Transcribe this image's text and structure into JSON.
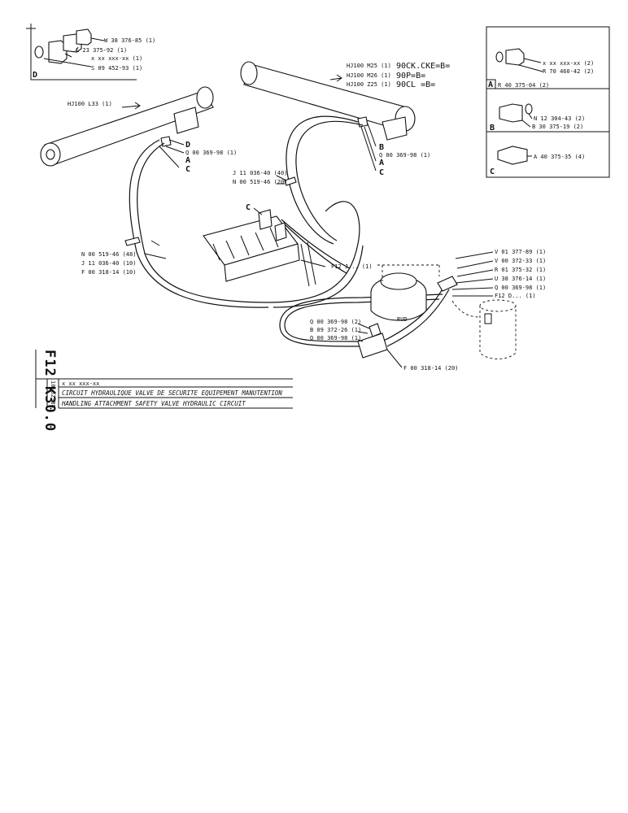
{
  "labels": {
    "insetD_l1": "W 38 376-85 (1)",
    "insetD_l2": "L 23 375-92 (1)",
    "insetD_l3": "x xx xxx-xx (1)",
    "insetD_l4": "S 09 452-93 (1)",
    "insetA_l1": "x xx xxx-xx (2)",
    "insetA_l2": "R 70 460-42 (2)",
    "insetA_l3": "R 40 375-04 (2)",
    "insetB_l1": "N 12 304-43 (2)",
    "insetB_l2": "B 30 375-19 (2)",
    "insetC_l1": "A 40 375-35 (4)",
    "cyl_left": "HJ100 L33 (1)",
    "cyl_right_1": "HJ100 M25 (1)",
    "cyl_right_1b": "90CK.CKE=B=",
    "cyl_right_2": "HJ100 M26 (1)",
    "cyl_right_2b": "90P=B=",
    "cyl_right_3": "HJ100 Z25 (1)",
    "cyl_right_3b": "90CL =B=",
    "q_left": "Q 00 369-98 (1)",
    "q_right": "Q 00 369-98 (1)",
    "j_mid": "J 11 036-40 (40)",
    "n_mid": "N 00 519-46 (20)",
    "n_left": "N 00 519-46 (48)",
    "j_left": "J 11 036-40 (10)",
    "f_left": "F 00 318-14 (10)",
    "f12j": "F12 J... (1)",
    "v1": "V 01 377-89 (1)",
    "v2": "V 00 372-33 (1)",
    "r1": "R 01 375-32 (1)",
    "u1": "U 38 376-14 (1)",
    "q4": "Q 00 369-98 (1)",
    "f12d": "F12 D... (1)",
    "q5": "Q 00 369-98 (2)",
    "b5": "B 09 372-26 (1)",
    "q6": "Q 00 369-98 (1)",
    "f_bottom": "F 00 318-14 (20)",
    "rud": "RUD"
  },
  "letters": {
    "a": "A",
    "b": "B",
    "c": "C",
    "d": "D"
  },
  "title_block": {
    "code": "F12 K30.0",
    "date": "10-02-88",
    "ref": "x xx xxx-xx",
    "title_fr": "CIRCUIT HYDRAULIQUE VALVE DE SECURITE EQUIPEMENT MANUTENTION",
    "title_en": "HANDLING ATTACHMENT SAFETY VALVE HYDRAULIC CIRCUIT"
  }
}
